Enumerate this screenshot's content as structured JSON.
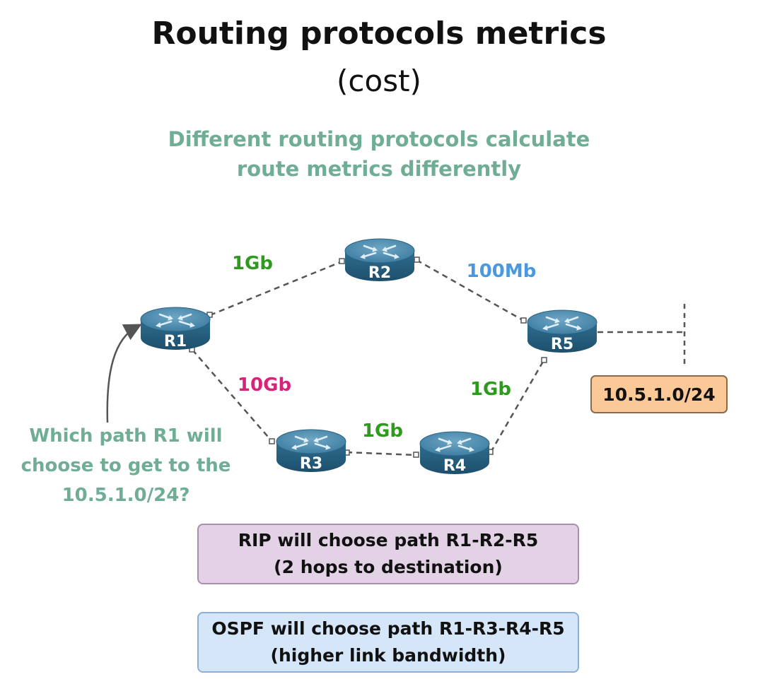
{
  "title": "Routing protocols metrics",
  "subtitle": "(cost)",
  "intro": {
    "line1": "Different routing protocols calculate",
    "line2": "route metrics differently"
  },
  "routers": [
    {
      "id": "R1",
      "label": "R1"
    },
    {
      "id": "R2",
      "label": "R2"
    },
    {
      "id": "R3",
      "label": "R3"
    },
    {
      "id": "R4",
      "label": "R4"
    },
    {
      "id": "R5",
      "label": "R5"
    }
  ],
  "links": [
    {
      "from": "R1",
      "to": "R2",
      "label": "1Gb",
      "color": "#2e9a1e"
    },
    {
      "from": "R2",
      "to": "R5",
      "label": "100Mb",
      "color": "#4a98e0"
    },
    {
      "from": "R1",
      "to": "R3",
      "label": "10Gb",
      "color": "#d8237a"
    },
    {
      "from": "R3",
      "to": "R4",
      "label": "1Gb",
      "color": "#2e9a1e"
    },
    {
      "from": "R4",
      "to": "R5",
      "label": "1Gb",
      "color": "#2e9a1e"
    }
  ],
  "destination": "10.5.1.0/24",
  "question": {
    "line1": "Which path R1 will",
    "line2": "choose to get to the",
    "line3": "10.5.1.0/24?"
  },
  "rip": {
    "line1": "RIP will choose path R1-R2-R5",
    "line2": "(2 hops to destination)"
  },
  "ospf": {
    "line1": "OSPF will choose path R1-R3-R4-R5",
    "line2": "(higher link bandwidth)"
  },
  "colors": {
    "accent_green": "#6fad94",
    "router_blue": "#2f6d8f",
    "destination_fill": "#fbc898",
    "rip_fill": "#e3d2e6",
    "ospf_fill": "#d5e6f9"
  }
}
